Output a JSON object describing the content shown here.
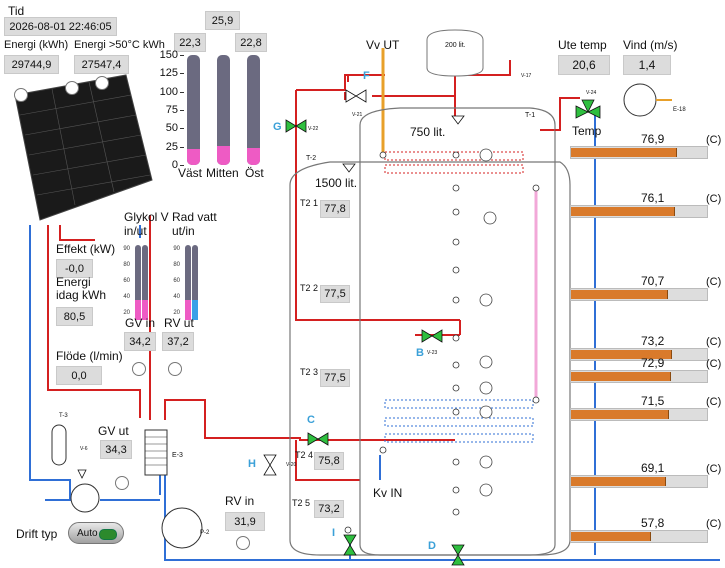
{
  "labels": {
    "tid": "Tid",
    "energi_kwh": "Energi (kWh)",
    "energi_50": "Energi  >50°C kWh",
    "vast": "Väst",
    "mitten": "Mitten",
    "ost": "Öst",
    "vv_ut": "Vv UT",
    "ute_temp": "Ute temp",
    "vind": "Vind (m/s)",
    "temp": "Temp",
    "glykol": "Glykol V\nin/ut",
    "rad_vatt": "Rad vatt\nut/in",
    "effekt": "Effekt (kW)",
    "energi_idag": "Energi\nidag kWh",
    "gv_in": "GV in",
    "rv_ut": "RV ut",
    "flode": "Flöde (l/min)",
    "gv_ut": "GV ut",
    "rv_in": "RV in",
    "drift_typ": "Drift typ",
    "kv_in": "Kv IN",
    "t1_tank": "750 lit.",
    "t2_tank": "1500 lit.",
    "top_tank": "200 lit.",
    "t1": "T-1",
    "t2": "T-2",
    "t3": "T-3",
    "e3": "E-3",
    "e18": "E-18",
    "p2": "P-2",
    "t21": "T2 1",
    "t22": "T2 2",
    "t23": "T2 3",
    "t24": "T2 4",
    "t25": "T2 5",
    "unit_c": "(C)"
  },
  "values": {
    "datetime": "2026-08-01 22:46:05",
    "energi_kwh": "29744,9",
    "energi_50": "27547,4",
    "vast_temp": "22,3",
    "mitten_temp": "25,9",
    "ost_temp": "22,8",
    "ute_temp": "20,6",
    "vind": "1,4",
    "effekt": "-0,0",
    "energi_idag": "80,5",
    "gv_in": "34,2",
    "rv_ut": "37,2",
    "flode": "0,0",
    "gv_ut": "34,3",
    "rv_in": "31,9",
    "t21": "77,8",
    "t22": "77,5",
    "t23": "77,5",
    "t24": "75,8",
    "t25": "73,2",
    "drift_button": "Auto"
  },
  "solar_scale": [
    "150",
    "125",
    "100",
    "75",
    "50",
    "25",
    "0"
  ],
  "solar_levels": [
    22.3,
    25.9,
    22.8
  ],
  "small_scale": [
    "90",
    "80",
    "60",
    "40",
    "20"
  ],
  "t1_temps": [
    {
      "value": "76,9",
      "level": 76.9
    },
    {
      "value": "76,1",
      "level": 76.1
    },
    {
      "value": "70,7",
      "level": 70.7
    },
    {
      "value": "73,2",
      "level": 73.2
    },
    {
      "value": "72,9",
      "level": 72.9
    },
    {
      "value": "71,5",
      "level": 71.5
    },
    {
      "value": "69,1",
      "level": 69.1
    },
    {
      "value": "57,8",
      "level": 57.8
    }
  ],
  "valves": {
    "b": "B",
    "c": "C",
    "d": "D",
    "f": "F",
    "g": "G",
    "h": "H",
    "i": "I",
    "v22": "V-22",
    "v21": "V-21",
    "v23": "V-23",
    "v17": "V-17",
    "v24": "V-24",
    "v20": "V-20",
    "v6": "V-6"
  },
  "colors": {
    "red_pipe": "#d42020",
    "blue_pipe": "#2f6fd6",
    "orange_bar": "#d97a2b",
    "valve_green": "#2fbf3f",
    "pink": "#ee5bc4",
    "panel_bg": "#dcdcdc"
  }
}
